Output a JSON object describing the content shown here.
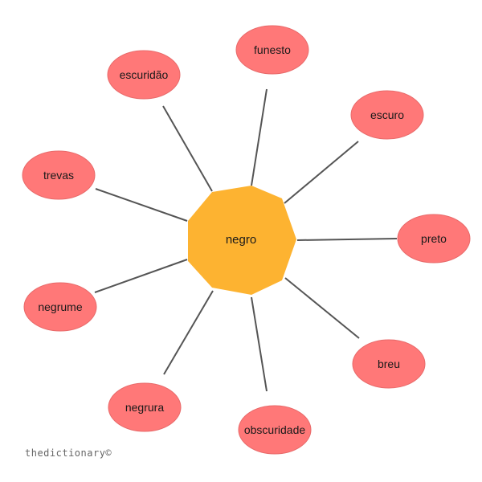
{
  "diagram": {
    "center": {
      "label": "negro",
      "color": "#FDB331"
    },
    "node_color": "#FF7878",
    "node_border": "#E86A6A",
    "edge_color": "#555555",
    "nodes": [
      {
        "label": "funesto"
      },
      {
        "label": "escuro"
      },
      {
        "label": "preto"
      },
      {
        "label": "breu"
      },
      {
        "label": "obscuridade"
      },
      {
        "label": "negrura"
      },
      {
        "label": "negrume"
      },
      {
        "label": "trevas"
      },
      {
        "label": "escuridão"
      }
    ]
  },
  "watermark": "thedictionary©"
}
